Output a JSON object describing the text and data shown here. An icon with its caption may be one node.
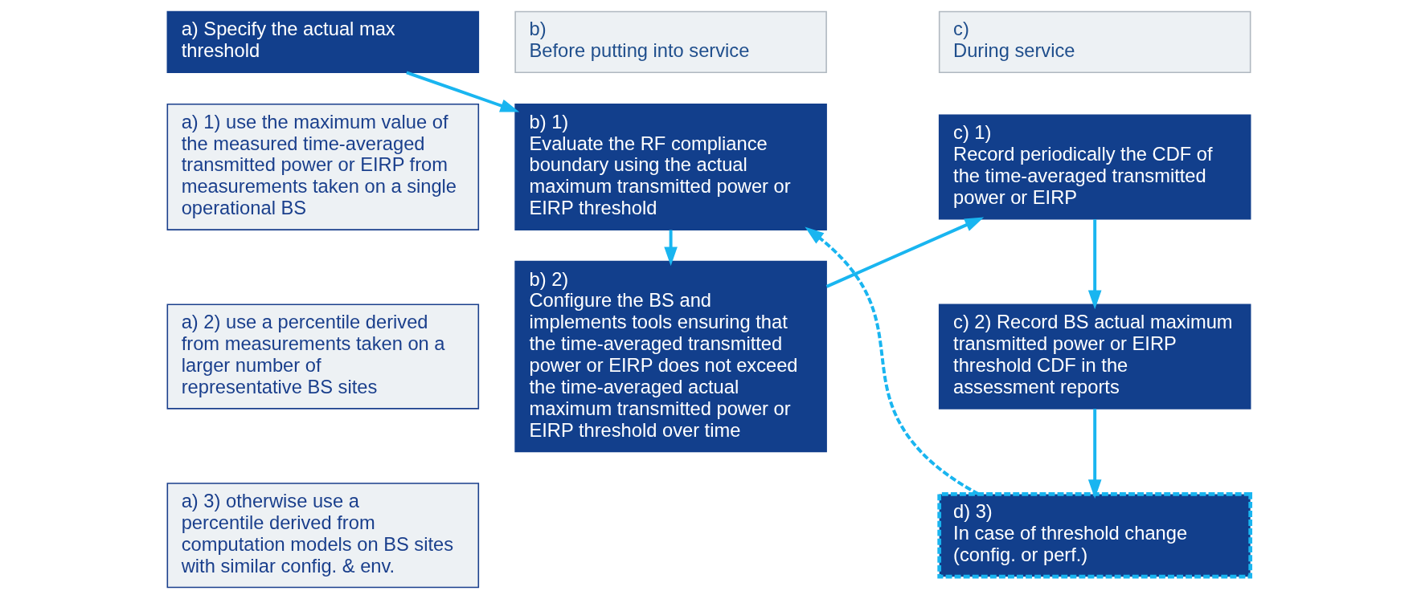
{
  "diagram": {
    "nodes": [
      {
        "text": [
          "a) Specify the actual max threshold"
        ]
      },
      {
        "text": [
          "a) 1) use the maximum value of the measured time-averaged transmitted power or EIRP from measurements taken on a single operational BS"
        ]
      },
      {
        "text": [
          "a) 2) use a percentile derived from measurements taken on a larger number of representative BS sites"
        ]
      },
      {
        "text": [
          "a) 3) otherwise use a percentile derived from computation models on BS sites with similar config. & env."
        ]
      },
      {
        "text": [
          "b)",
          "Before putting into service"
        ]
      },
      {
        "text": [
          "c)",
          "During service"
        ]
      },
      {
        "text": [
          "b) 1)",
          "Evaluate the RF compliance boundary using the actual maximum transmitted power or EIRP threshold"
        ]
      },
      {
        "text": [
          "b) 2)",
          "Configure the BS and implements tools ensuring that the time-averaged transmitted power or EIRP does not exceed the time-averaged actual maximum transmitted power or EIRP threshold over time"
        ]
      },
      {
        "text": [
          "c) 1)",
          "Record periodically the CDF of the time-averaged transmitted power or EIRP"
        ]
      },
      {
        "text": [
          "c) 2) Record BS actual maximum transmitted power or EIRP threshold CDF in the assessment reports"
        ]
      },
      {
        "text": [
          "d) 3)",
          "In case of threshold change (config. or perf.)"
        ]
      }
    ],
    "edges": [
      {
        "from": 0,
        "to": 6,
        "arrow": "to"
      },
      {
        "from": 6,
        "to": 7,
        "arrow": "to"
      },
      {
        "from": 7,
        "to": 8,
        "arrow": "to"
      },
      {
        "from": 8,
        "to": 9,
        "arrow": "to"
      },
      {
        "from": 9,
        "to": 10,
        "arrow": "to"
      },
      {
        "from": 10,
        "to": 6,
        "arrow": "to",
        "style": "dashed"
      }
    ]
  }
}
